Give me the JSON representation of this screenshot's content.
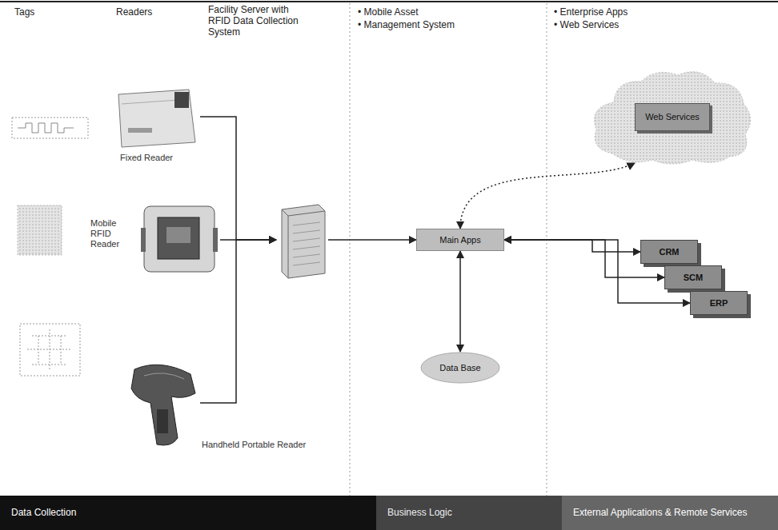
{
  "diagram": {
    "nodes": [
      {
        "text": [
          "Fixed Reader"
        ]
      },
      {
        "text": [
          "Mobile RFID Reader"
        ]
      },
      {
        "text": [
          "Handheld Portable Reader"
        ]
      },
      {
        "text": [
          "Facility Server with RFID Data Collection System"
        ]
      },
      {
        "text": [
          "Main Apps"
        ]
      },
      {
        "text": [
          "Data Base"
        ]
      },
      {
        "text": [
          "Web Services"
        ]
      },
      {
        "text": [
          "CRM"
        ]
      },
      {
        "text": [
          "SCM"
        ]
      },
      {
        "text": [
          "ERP"
        ]
      },
      {
        "text": [
          "Data Collection"
        ]
      },
      {
        "text": [
          "Business Logic"
        ]
      },
      {
        "text": [
          "External Applications & Remote Services"
        ]
      }
    ],
    "edges": [
      {
        "from": 0,
        "to": 3,
        "arrow": "to"
      },
      {
        "from": 1,
        "to": 3,
        "arrow": "to"
      },
      {
        "from": 2,
        "to": 3,
        "arrow": "to"
      },
      {
        "from": 3,
        "to": 4,
        "arrow": "to"
      },
      {
        "from": 4,
        "to": 5,
        "arrow": "both"
      },
      {
        "from": 4,
        "to": 6,
        "arrow": "both"
      },
      {
        "from": 4,
        "to": 7,
        "arrow": "both"
      },
      {
        "from": 4,
        "to": 8,
        "arrow": "both"
      },
      {
        "from": 4,
        "to": 9,
        "arrow": "both"
      }
    ],
    "labels": [
      "Tags",
      "Readers",
      "• Mobile Asset",
      "• Management System",
      "• Enterprise Apps",
      "• Web Services"
    ]
  }
}
